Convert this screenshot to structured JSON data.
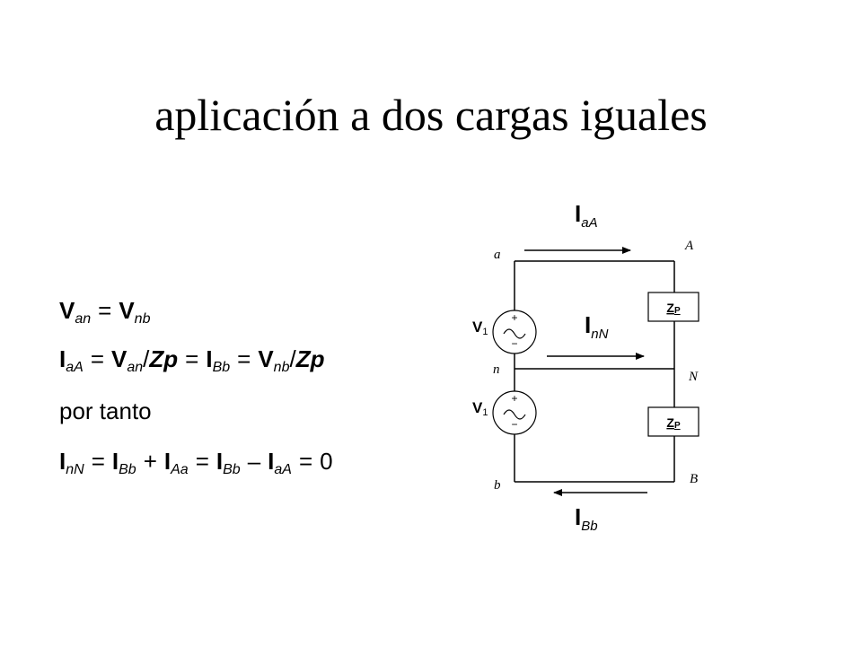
{
  "title": "aplicación a dos cargas iguales",
  "equations": {
    "eq1": {
      "V": "V",
      "sub_an": "an",
      "eq": "=",
      "V2": "V",
      "sub_nb": "nb"
    },
    "eq2": {
      "I": "I",
      "sub_aA": "aA",
      "eq1": "=",
      "V": "V",
      "sub_an": "an",
      "div1": "/",
      "Zp1": "Zp",
      "eq2": "=",
      "I2": "I",
      "sub_Bb": "Bb",
      "eq3": "=",
      "V2": "V",
      "sub_nb": "nb",
      "div2": "/",
      "Zp2": "Zp"
    },
    "eq3": {
      "text": "por tanto"
    },
    "eq4": {
      "I": "I",
      "sub_nN": "nN",
      "eq1": "=",
      "I2": "I",
      "sub_Bb": "Bb",
      "plus": "+",
      "I3": "I",
      "sub_Aa": "Aa",
      "eq2": "=",
      "I4": "I",
      "sub_Bb2": "Bb",
      "minus": "–",
      "I5": "I",
      "sub_aA": "aA",
      "eq3": "=",
      "zero": "0"
    }
  },
  "circuit": {
    "current_top": {
      "main": "I",
      "sub": "aA"
    },
    "current_mid": {
      "main": "I",
      "sub": "nN"
    },
    "current_bot": {
      "main": "I",
      "sub": "Bb"
    },
    "node_a": "a",
    "node_A": "A",
    "node_n": "n",
    "node_N": "N",
    "node_b": "b",
    "node_B": "B",
    "source_top": {
      "main": "V",
      "sub": "1"
    },
    "source_bot": {
      "main": "V",
      "sub": "1"
    },
    "load_top": {
      "main": "Z",
      "sub": "P"
    },
    "load_bot": {
      "main": "Z",
      "sub": "P"
    },
    "plus": "+",
    "minus": "−"
  }
}
